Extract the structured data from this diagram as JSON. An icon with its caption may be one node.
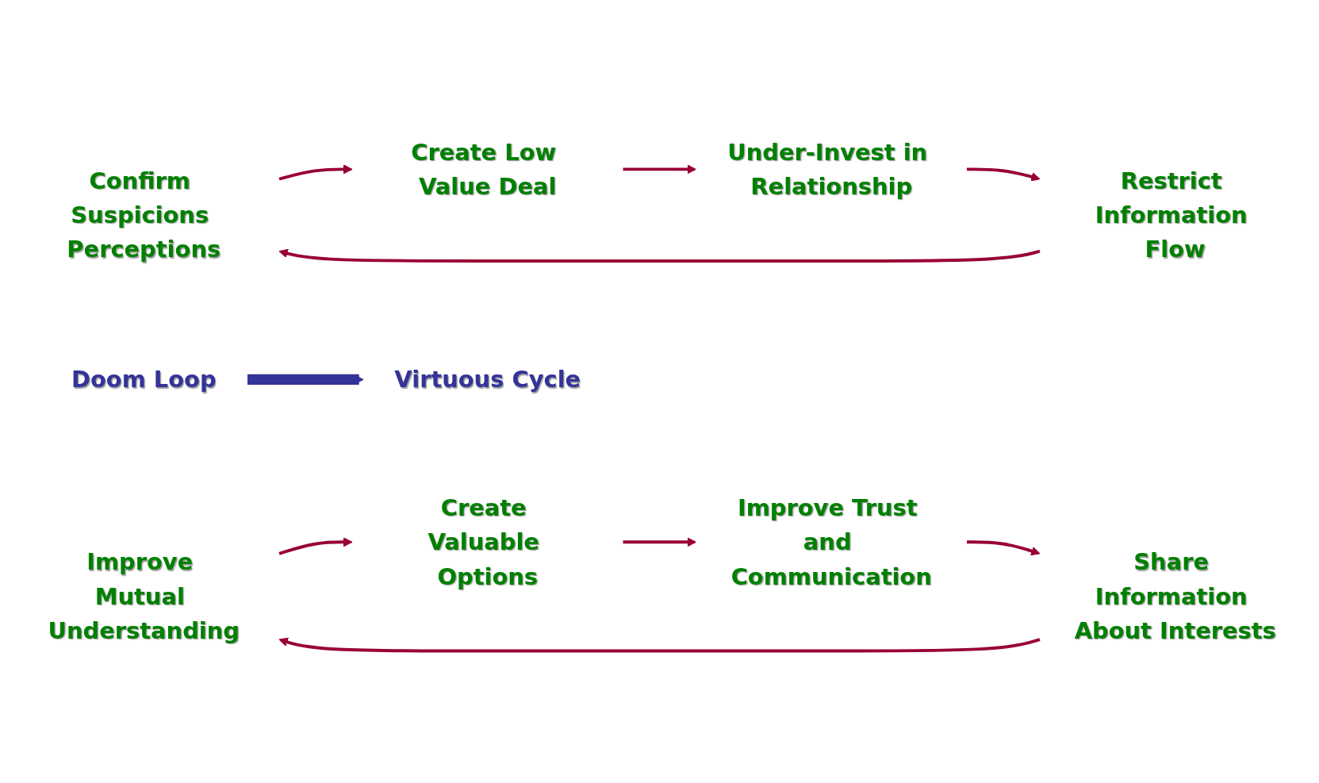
{
  "diagram": {
    "nodes": [
      {
        "text": [
          "Confirm Suspicions Perceptions"
        ]
      },
      {
        "text": [
          "Create Low Value Deal"
        ]
      },
      {
        "text": [
          "Under-Invest in Relationship"
        ]
      },
      {
        "text": [
          "Restrict Information Flow"
        ]
      },
      {
        "text": [
          "Improve Mutual Understanding"
        ]
      },
      {
        "text": [
          "Create Valuable Options"
        ]
      },
      {
        "text": [
          "Improve Trust and Communication"
        ]
      },
      {
        "text": [
          "Share Information About Interests"
        ]
      },
      {
        "text": [
          "Doom Loop"
        ]
      },
      {
        "text": [
          "Virtuous Cycle"
        ]
      }
    ],
    "edges": [
      {
        "from": 0,
        "to": 1,
        "arrow": "to"
      },
      {
        "from": 1,
        "to": 2,
        "arrow": "to"
      },
      {
        "from": 2,
        "to": 3,
        "arrow": "to"
      },
      {
        "from": 3,
        "to": 0,
        "arrow": "to"
      },
      {
        "from": 4,
        "to": 5,
        "arrow": "to"
      },
      {
        "from": 5,
        "to": 6,
        "arrow": "to"
      },
      {
        "from": 6,
        "to": 7,
        "arrow": "to"
      },
      {
        "from": 7,
        "to": 4,
        "arrow": "to"
      },
      {
        "from": 8,
        "to": 9,
        "arrow": "to",
        "style": "thick",
        "color": "#333399"
      }
    ]
  }
}
